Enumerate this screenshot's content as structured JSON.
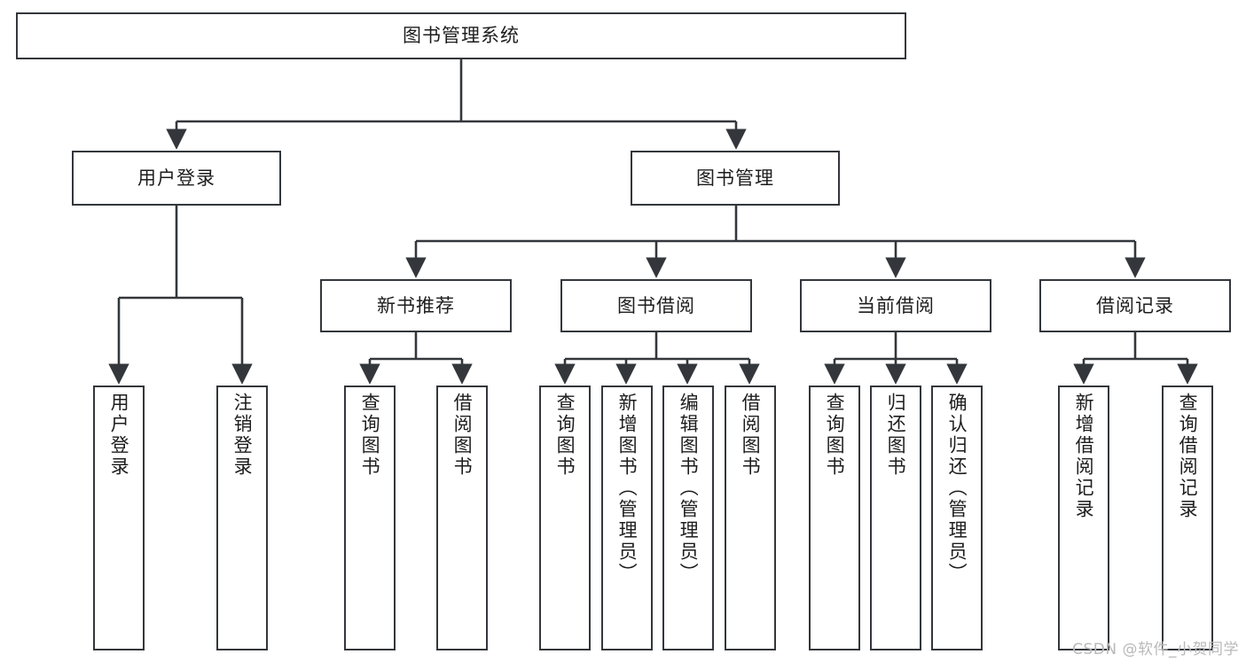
{
  "diagram": {
    "type": "tree",
    "title": "图书管理系统",
    "watermark": "CSDN @软件_小贺同学",
    "colors": {
      "stroke": "#33373b",
      "fill": "#ffffff",
      "text": "#1d1d1d",
      "watermark": "#b9b9b9"
    },
    "root": {
      "label": "图书管理系统"
    },
    "level2": [
      {
        "label": "用户登录"
      },
      {
        "label": "图书管理"
      }
    ],
    "level3": [
      {
        "label": "新书推荐"
      },
      {
        "label": "图书借阅"
      },
      {
        "label": "当前借阅"
      },
      {
        "label": "借阅记录"
      }
    ],
    "leaves": {
      "user_login": [
        {
          "label": "用户登录"
        },
        {
          "label": "注销登录"
        }
      ],
      "new_book_rec": [
        {
          "label": "查询图书"
        },
        {
          "label": "借阅图书"
        }
      ],
      "book_borrow": [
        {
          "label": "查询图书"
        },
        {
          "label": "新增图书（管理员）"
        },
        {
          "label": "编辑图书（管理员）"
        },
        {
          "label": "借阅图书"
        }
      ],
      "current_borrow": [
        {
          "label": "查询图书"
        },
        {
          "label": "归还图书"
        },
        {
          "label": "确认归还（管理员）"
        }
      ],
      "borrow_record": [
        {
          "label": "新增借阅记录"
        },
        {
          "label": "查询借阅记录"
        }
      ]
    }
  }
}
